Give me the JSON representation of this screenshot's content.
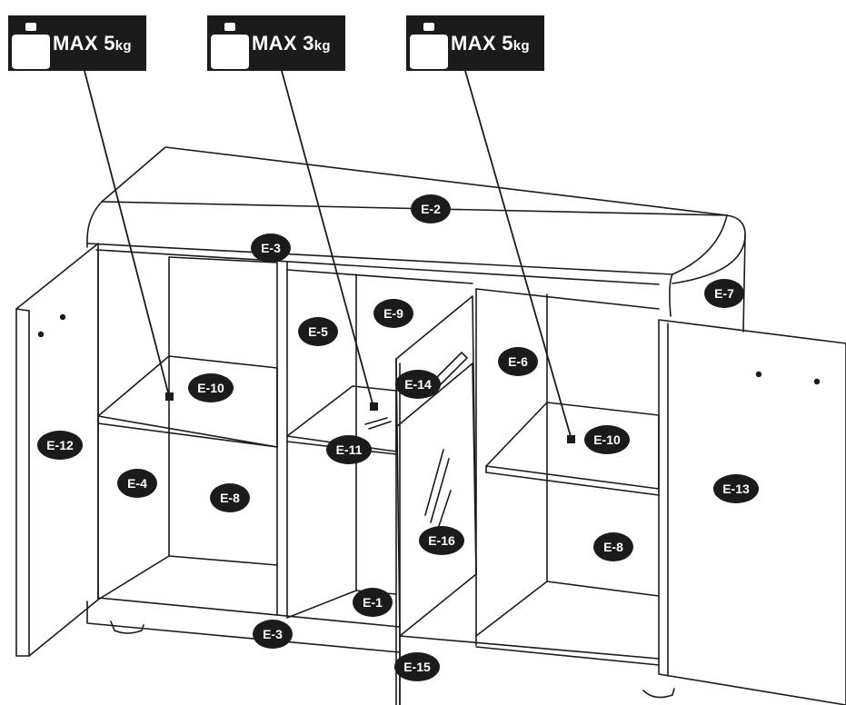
{
  "weight_limits": [
    {
      "prefix": "MAX ",
      "value": "5",
      "unit": "kg",
      "icon": "weight-icon"
    },
    {
      "prefix": "MAX ",
      "value": "3",
      "unit": "kg",
      "icon": "weight-icon"
    },
    {
      "prefix": "MAX ",
      "value": "5",
      "unit": "kg",
      "icon": "weight-icon"
    }
  ],
  "part_labels": {
    "top": "E-2",
    "rail_top": "E-3",
    "rail_bottom": "E-3",
    "right_side": "E-7",
    "middle_upper_panel": "E-5",
    "middle_back": "E-9",
    "right_partition": "E-6",
    "left_shelf": "E-10",
    "right_shelf": "E-10",
    "glass_shelf": "E-11",
    "left_door": "E-12",
    "right_door": "E-13",
    "left_side": "E-4",
    "left_back": "E-8",
    "right_back": "E-8",
    "glass_door_top": "E-14",
    "glass_door": "E-16",
    "glass_door_bottom": "E-15",
    "bottom": "E-1"
  },
  "colors": {
    "ink": "#1b1b1b",
    "paper": "#ffffff"
  }
}
